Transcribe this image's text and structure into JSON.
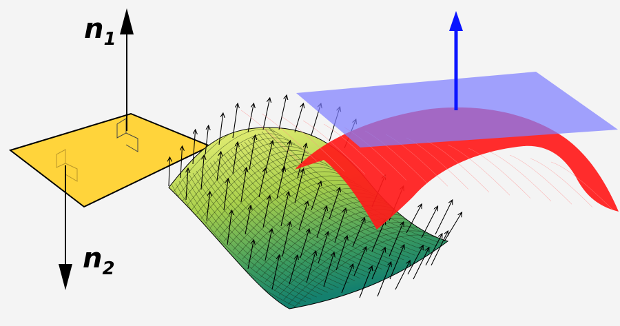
{
  "labels": {
    "n1": {
      "base": "n",
      "sub": "1"
    },
    "n2": {
      "base": "n",
      "sub": "2"
    }
  },
  "colors": {
    "background": "#f4f4f4",
    "left_plane": "#ffd43b",
    "surface_top": "#e8f06a",
    "surface_mid": "#a8cf4a",
    "surface_bottom": "#1e8a6e",
    "red_surface": "#ff1a1a",
    "blue_plane": "#8c8cff",
    "blue_arrow": "#0a14ff",
    "outline": "#000000"
  },
  "icons": [
    "up-arrow-icon",
    "down-arrow-icon",
    "normal-vector-arrow-icon"
  ]
}
